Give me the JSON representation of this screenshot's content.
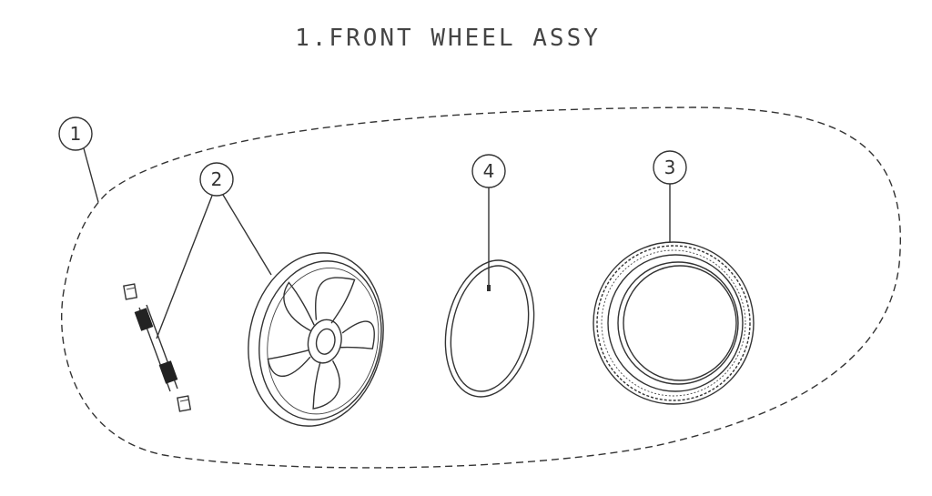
{
  "title": "1.FRONT WHEEL ASSY",
  "balloons": {
    "assembly": "1",
    "wheel": "2",
    "tire": "3",
    "tube": "4"
  },
  "colors": {
    "line": "#333333",
    "background": "#ffffff"
  }
}
